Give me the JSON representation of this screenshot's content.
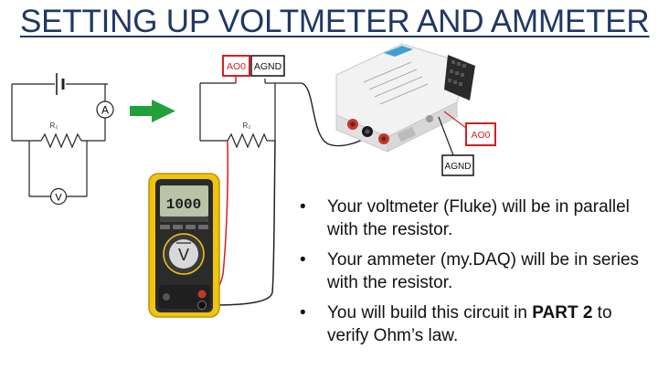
{
  "slide": {
    "title": "SETTING UP VOLTMETER AND AMMETER"
  },
  "circuit_left": {
    "ammeter_label": "A",
    "voltmeter_label": "V",
    "resistor_label": "R₂"
  },
  "circuit_right": {
    "resistor_label": "R₂",
    "ao0_label": "AO0",
    "agnd_label": "AGND"
  },
  "mydaq": {
    "ao0_label": "AO0",
    "agnd_label": "AGND"
  },
  "multimeter": {
    "display_value": "1000",
    "mode_label": "V"
  },
  "bullets": [
    {
      "text": "Your voltmeter (Fluke) will be in parallel with the resistor."
    },
    {
      "text": "Your ammeter (my.DAQ) will be in series with the resistor."
    },
    {
      "text_before": "You will build this circuit in ",
      "bold": "PART 2",
      "text_after": " to verify Ohm’s law."
    }
  ],
  "colors": {
    "title": "#1f3864",
    "arrow": "#22a03c",
    "callout_border": "#d42020",
    "red_lead": "#d42020",
    "multimeter_body": "#f1c40f"
  }
}
